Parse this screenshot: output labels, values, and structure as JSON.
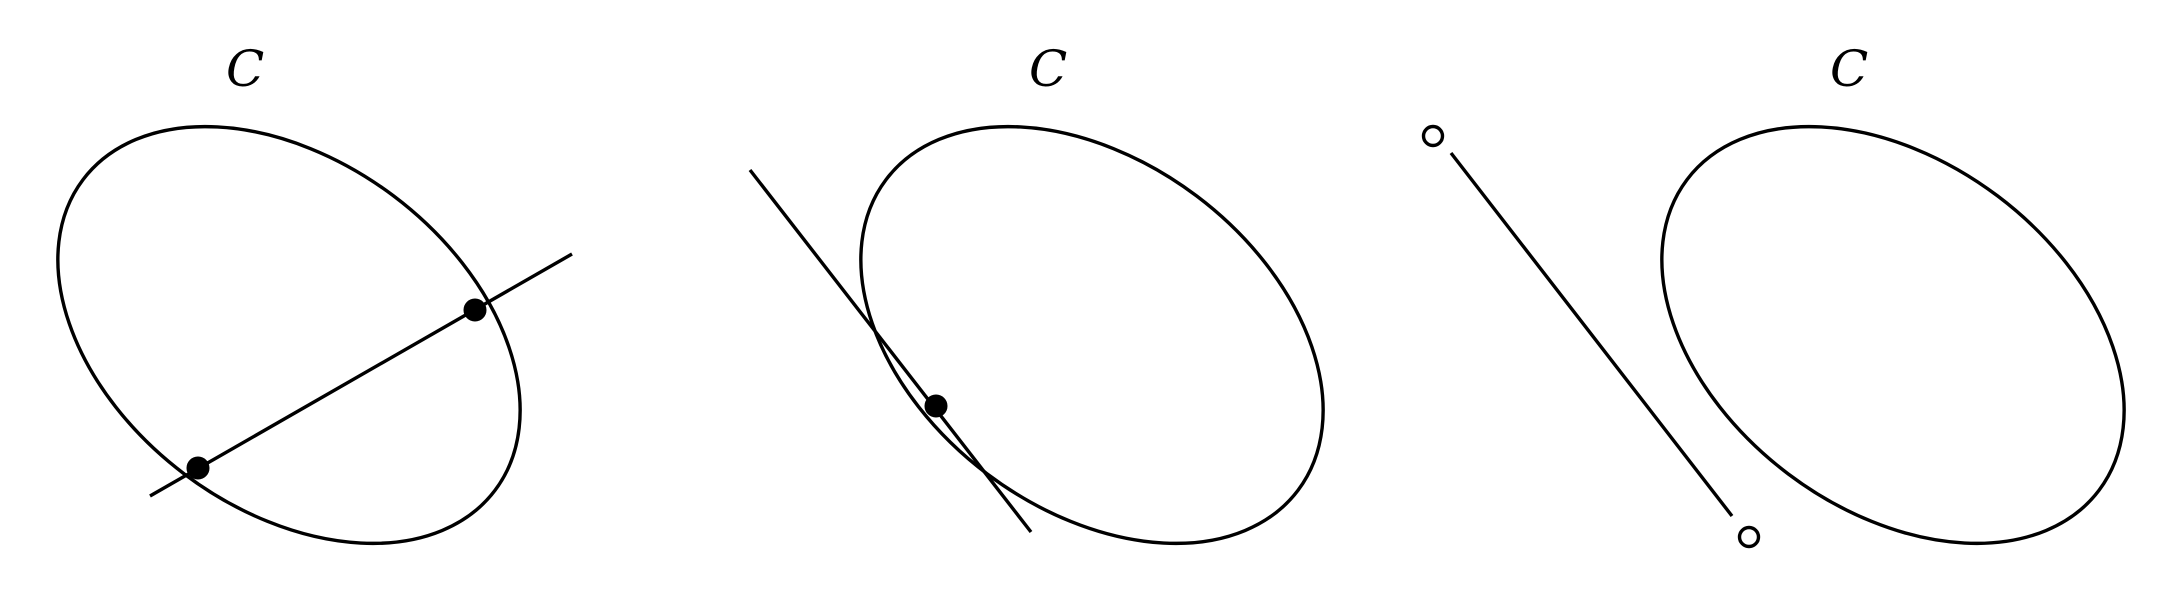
{
  "panels": [
    {
      "label": "C",
      "relation": "secant",
      "intersection_points": 2
    },
    {
      "label": "C",
      "relation": "tangent",
      "intersection_points": 1
    },
    {
      "label": "C",
      "relation": "disjoint",
      "intersection_points": 0
    }
  ],
  "colors": {
    "stroke": "#000000",
    "background": "#ffffff"
  }
}
